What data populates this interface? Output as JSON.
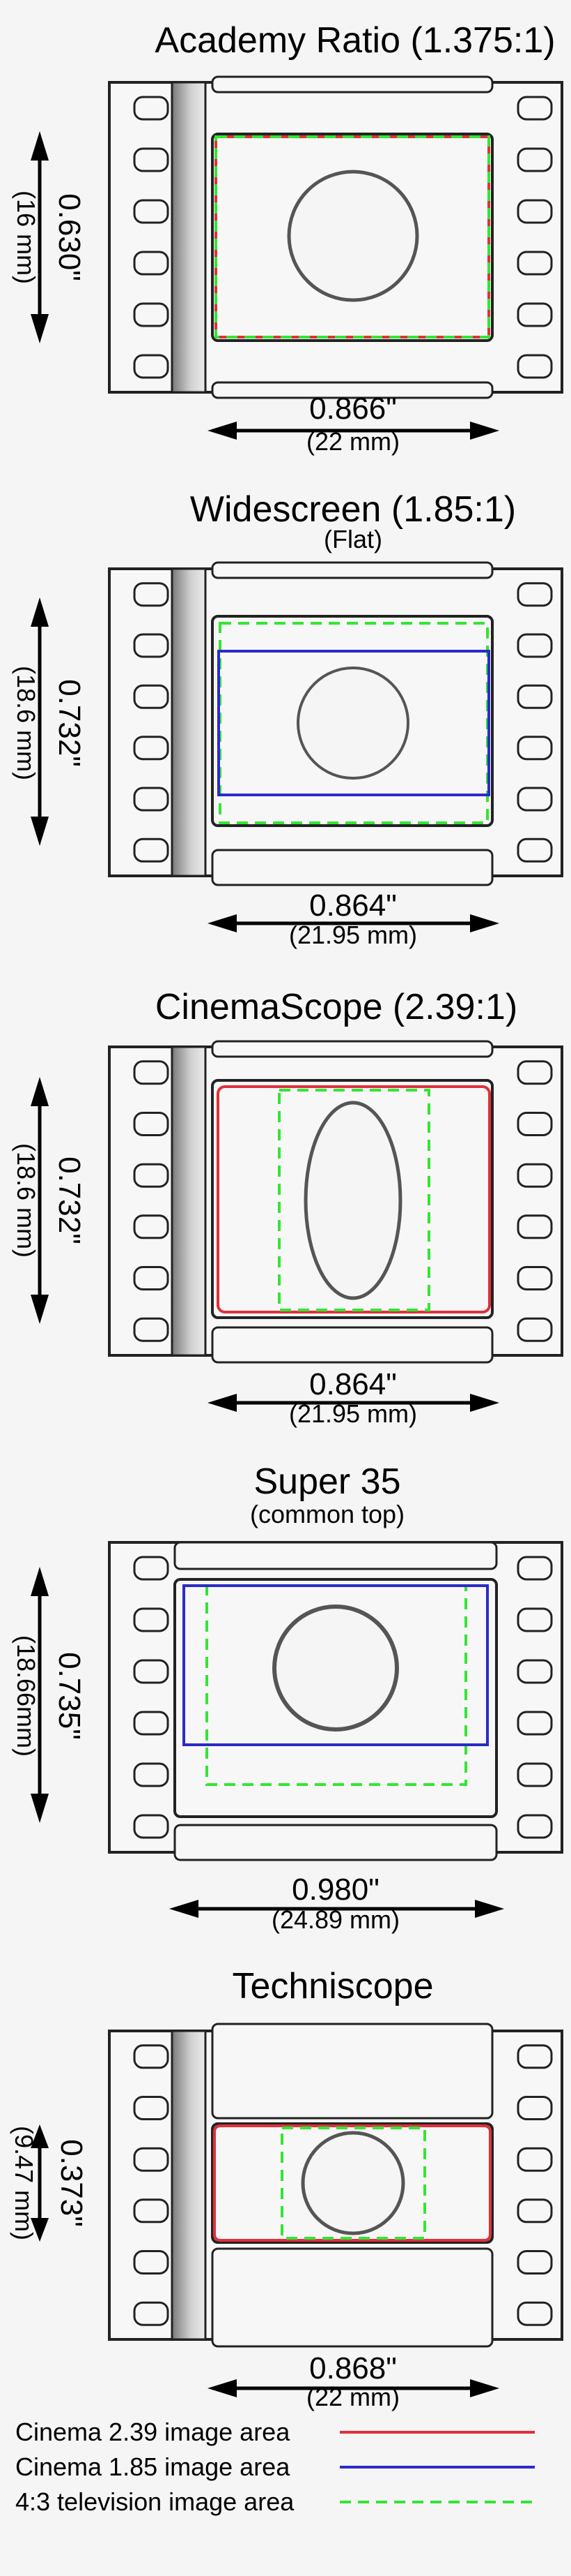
{
  "formats": [
    {
      "title": "Academy Ratio (1.375:1)",
      "subtitle": "",
      "width_in": "0.866\"",
      "width_mm": "(22 mm)",
      "height_in": "0.630\"",
      "height_mm": "(16 mm)"
    },
    {
      "title": "Widescreen (1.85:1)",
      "subtitle": "(Flat)",
      "width_in": "0.864\"",
      "width_mm": "(21.95 mm)",
      "height_in": "0.732\"",
      "height_mm": "(18.6 mm)"
    },
    {
      "title": "CinemaScope (2.39:1)",
      "subtitle": "",
      "width_in": "0.864\"",
      "width_mm": "(21.95 mm)",
      "height_in": "0.732\"",
      "height_mm": "(18.6 mm)"
    },
    {
      "title": "Super 35",
      "subtitle": "(common top)",
      "width_in": "0.980\"",
      "width_mm": "(24.89 mm)",
      "height_in": "0.735\"",
      "height_mm": "(18.66mm)"
    },
    {
      "title": "Techniscope",
      "subtitle": "",
      "width_in": "0.868\"",
      "width_mm": "(22 mm)",
      "height_in": "0.373\"",
      "height_mm": "(9.47 mm)"
    }
  ],
  "legend": [
    {
      "label": "Cinema 2.39 image area",
      "color": "#e0303a",
      "style": "solid"
    },
    {
      "label": "Cinema 1.85 image area",
      "color": "#2b2bc8",
      "style": "solid"
    },
    {
      "label": "4:3 television image area",
      "color": "#33e633",
      "style": "dashed"
    }
  ],
  "colors": {
    "outline": "#222222",
    "circle": "#555555",
    "film_base": "#f7f7f7",
    "soundtrack_dark": "#7a7a7a",
    "soundtrack_light": "#e6e6e6"
  }
}
